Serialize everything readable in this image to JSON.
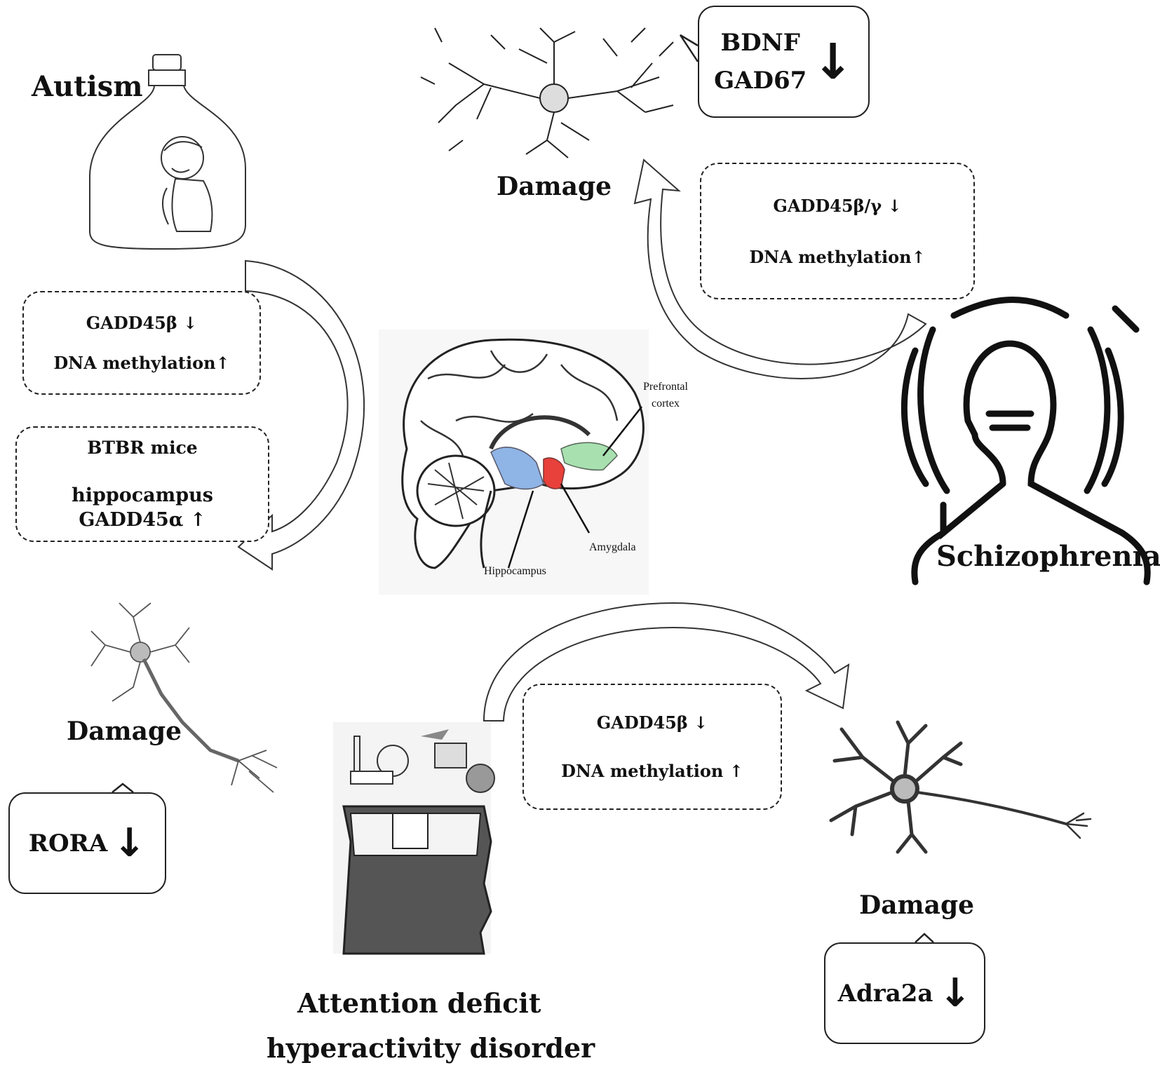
{
  "autism": {
    "title": "Autism",
    "box1": {
      "line1": "GADD45β ↓",
      "line2": "DNA methylation↑"
    },
    "box2": {
      "line1": "BTBR mice",
      "line2": "hippocampus",
      "line3": "GADD45α ↑"
    },
    "damage": "Damage",
    "callout": {
      "gene": "RORA",
      "arrow": "↓"
    }
  },
  "schizophrenia": {
    "title": "Schizophrenia",
    "box": {
      "line1": "GADD45β/γ ↓",
      "line2": "DNA methylation↑"
    },
    "damage": "Damage",
    "callout": {
      "gene1": "BDNF",
      "gene2": "GAD67",
      "arrow": "↓"
    }
  },
  "adhd": {
    "title_line1": "Attention deficit",
    "title_line2": "hyperactivity disorder",
    "box": {
      "line1": "GADD45β ↓",
      "line2": "DNA methylation ↑"
    },
    "damage": "Damage",
    "callout": {
      "gene": "Adra2a",
      "arrow": "↓"
    }
  },
  "brain": {
    "prefrontal_line1": "Prefrontal",
    "prefrontal_line2": "cortex",
    "amygdala": "Amygdala",
    "hippocampus": "Hippocampus"
  },
  "colors": {
    "hippocampus": "#8fb4e6",
    "amygdala": "#e8403a",
    "prefrontal": "#a8e0b0"
  },
  "icons": [
    "bottle-child-icon",
    "neuron-icon",
    "brain-icon",
    "head-profile-icon",
    "face-profile-icon"
  ]
}
